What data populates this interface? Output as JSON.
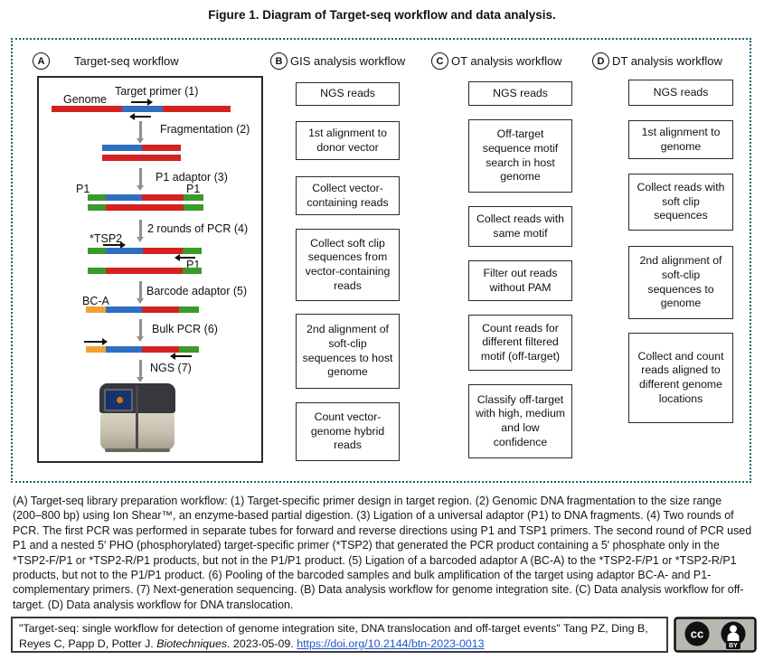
{
  "title": "Figure 1. Diagram of Target-seq workflow and data analysis.",
  "colors": {
    "frame_dotted_teal": "#17656a",
    "dna_red": "#d42222",
    "dna_blue": "#2f6fc1",
    "dna_green": "#3a9a2a",
    "dna_orange": "#f0a238",
    "arrow_gray": "#8f8f8f",
    "link_blue": "#2255cc"
  },
  "panel_a": {
    "letter": "A",
    "title": "Target-seq workflow",
    "genome_label": "Genome",
    "steps": {
      "s1": "Target primer (1)",
      "s2": "Fragmentation (2)",
      "s3": "P1 adaptor (3)",
      "s4": "2 rounds of PCR (4)",
      "s5": "Barcode adaptor (5)",
      "s6": "Bulk PCR (6)",
      "s7": "NGS (7)"
    },
    "labels": {
      "p1_left": "P1",
      "p1_right": "P1",
      "tsp2": "*TSP2",
      "p1_rev": "P1",
      "bca": "BC-A"
    }
  },
  "panel_b": {
    "letter": "B",
    "title": "GIS analysis workflow",
    "boxes": [
      "NGS reads",
      "1st alignment to donor vector",
      "Collect vector-containing reads",
      "Collect soft clip sequences from vector-containing reads",
      "2nd alignment of soft-clip sequences to host genome",
      "Count vector-genome hybrid reads"
    ]
  },
  "panel_c": {
    "letter": "C",
    "title": "OT analysis workflow",
    "boxes": [
      "NGS reads",
      "Off-target sequence motif search in host genome",
      "Collect reads with same motif",
      "Filter out reads without PAM",
      "Count reads for different filtered motif (off-target)",
      "Classify off-target with high, medium and low confidence"
    ]
  },
  "panel_d": {
    "letter": "D",
    "title": "DT analysis workflow",
    "boxes": [
      "NGS reads",
      "1st alignment to genome",
      "Collect reads with soft clip sequences",
      "2nd alignment of soft-clip sequences to genome",
      "Collect and count reads aligned to different genome locations"
    ]
  },
  "caption": "(A) Target-seq library preparation workflow: (1) Target-specific primer design in target region. (2) Genomic DNA fragmentation to the size range (200–800 bp) using Ion Shear™, an enzyme-based partial digestion. (3) Ligation of a universal adaptor (P1) to DNA fragments. (4) Two rounds of PCR. The first PCR was performed in separate tubes for forward and reverse directions using P1 and TSP1 primers. The second round of PCR used P1 and a nested 5′ PHO (phosphorylated) target-specific primer (*TSP2) that generated the PCR product containing a 5′ phosphate only in the *TSP2-F/P1 or *TSP2-R/P1 products, but not in the P1/P1 product. (5) Ligation of a barcoded adaptor A (BC-A) to the *TSP2-F/P1 or *TSP2-R/P1 products, but not to the P1/P1 product. (6) Pooling of the barcoded samples and bulk amplification of the target using adaptor BC-A- and P1-complementary primers. (7) Next-generation sequencing. (B) Data analysis workflow for genome integration site. (C) Data analysis workflow for off-target. (D) Data analysis workflow for DNA translocation.",
  "citation": {
    "text_before_journal": "\"Target-seq: single workflow for detection of genome integration site, DNA translocation and off-target events\" Tang PZ, Ding B, Reyes C, Papp D, Potter J. ",
    "journal": "Biotechniques",
    "text_after_journal": ". 2023-05-09. ",
    "doi": "https://doi.org/10.2144/btn-2023-0013"
  },
  "license": {
    "name": "CC BY",
    "cc_label": "cc",
    "by_label": "BY"
  }
}
